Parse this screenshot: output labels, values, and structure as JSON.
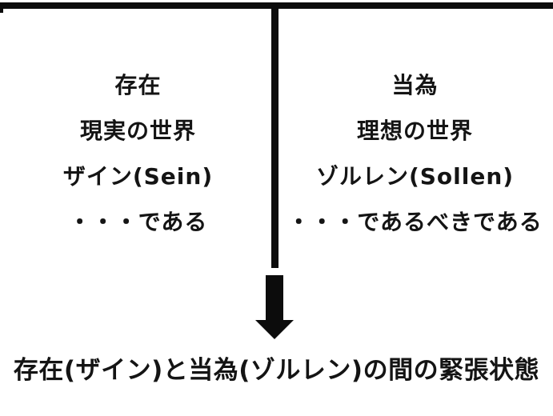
{
  "diagram": {
    "left_column": {
      "rows": [
        "存在",
        "現実の世界",
        "ザイン(Sein)",
        "・・・である"
      ]
    },
    "right_column": {
      "rows": [
        "当為",
        "理想の世界",
        "ゾルレン(Sollen)",
        "・・・であるべきである"
      ]
    },
    "caption": "存在(ザイン)と当為(ゾルレン)の間の緊張状態",
    "icons": {
      "down_arrow": "down-arrow"
    },
    "colors": {
      "ink": "#0c0c0c",
      "background": "#ffffff"
    }
  }
}
